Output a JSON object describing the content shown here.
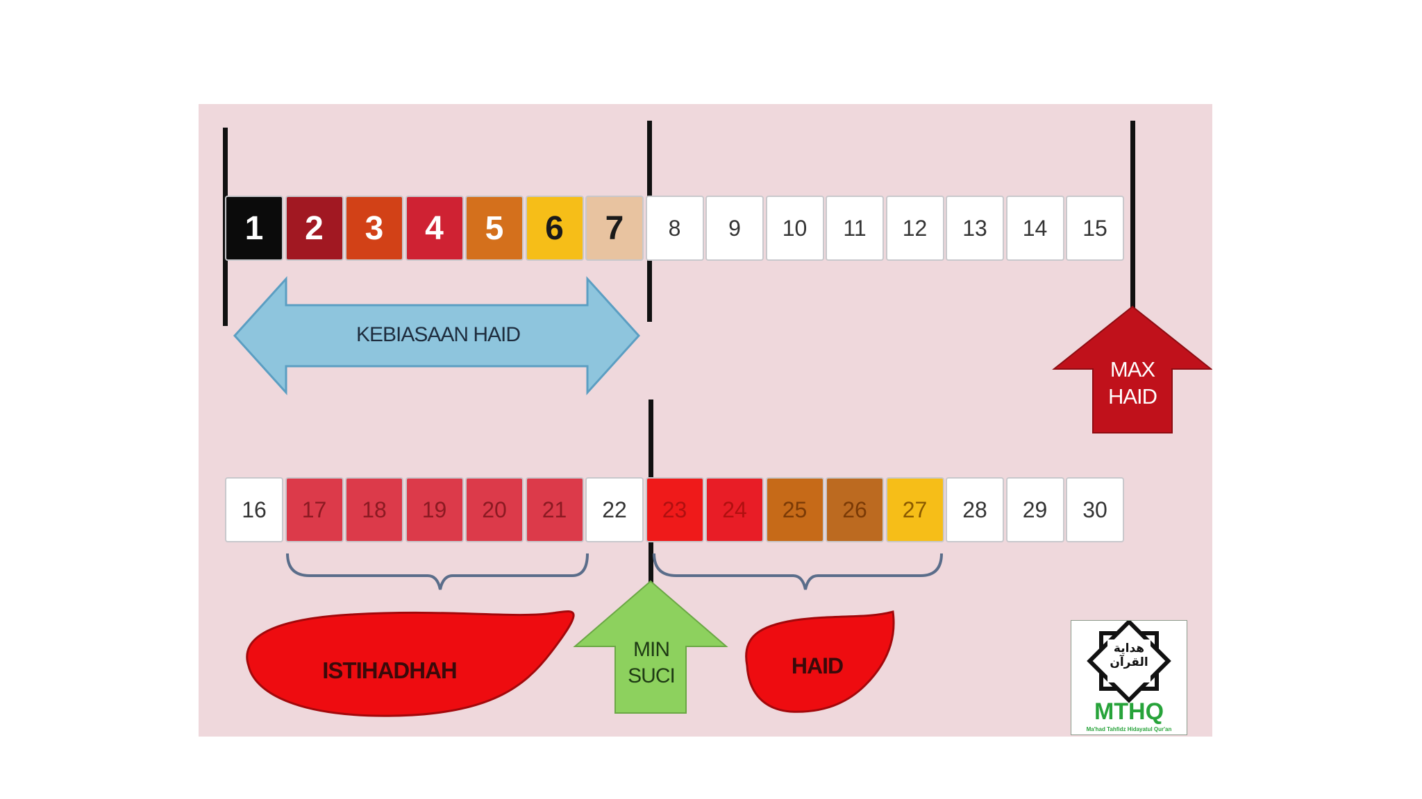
{
  "cycle": {
    "row1": [
      {
        "day": "1",
        "color": "#0b0b0b",
        "text_color": "#ffffff"
      },
      {
        "day": "2",
        "color": "#a11822",
        "text_color": "#ffffff"
      },
      {
        "day": "3",
        "color": "#d24117",
        "text_color": "#ffffff"
      },
      {
        "day": "4",
        "color": "#cf2233",
        "text_color": "#ffffff"
      },
      {
        "day": "5",
        "color": "#d4701c",
        "text_color": "#ffffff"
      },
      {
        "day": "6",
        "color": "#f6be18",
        "text_color": "#1a1a1a"
      },
      {
        "day": "7",
        "color": "#e8c3a0",
        "text_color": "#1a1a1a"
      },
      {
        "day": "8",
        "color": "#ffffff",
        "text_color": "#333333"
      },
      {
        "day": "9",
        "color": "#ffffff",
        "text_color": "#333333"
      },
      {
        "day": "10",
        "color": "#ffffff",
        "text_color": "#333333"
      },
      {
        "day": "11",
        "color": "#ffffff",
        "text_color": "#333333"
      },
      {
        "day": "12",
        "color": "#ffffff",
        "text_color": "#333333"
      },
      {
        "day": "13",
        "color": "#ffffff",
        "text_color": "#333333"
      },
      {
        "day": "14",
        "color": "#ffffff",
        "text_color": "#333333"
      },
      {
        "day": "15",
        "color": "#ffffff",
        "text_color": "#333333"
      }
    ],
    "row2": [
      {
        "day": "16",
        "color": "#ffffff",
        "text_color": "#333333"
      },
      {
        "day": "17",
        "color": "#dc3a4a",
        "text_color": "#8b1a22"
      },
      {
        "day": "18",
        "color": "#dc3a4a",
        "text_color": "#8b1a22"
      },
      {
        "day": "19",
        "color": "#dc3a4a",
        "text_color": "#8b1a22"
      },
      {
        "day": "20",
        "color": "#dc3a4a",
        "text_color": "#8b1a22"
      },
      {
        "day": "21",
        "color": "#dc3a4a",
        "text_color": "#8b1a22"
      },
      {
        "day": "22",
        "color": "#ffffff",
        "text_color": "#333333"
      },
      {
        "day": "23",
        "color": "#ef1a1a",
        "text_color": "#b01010"
      },
      {
        "day": "24",
        "color": "#e81d26",
        "text_color": "#b01010"
      },
      {
        "day": "25",
        "color": "#c66a18",
        "text_color": "#7a3a06"
      },
      {
        "day": "26",
        "color": "#bc6a20",
        "text_color": "#7a3a06"
      },
      {
        "day": "27",
        "color": "#f6be18",
        "text_color": "#8a5a00"
      },
      {
        "day": "28",
        "color": "#ffffff",
        "text_color": "#333333"
      },
      {
        "day": "29",
        "color": "#ffffff",
        "text_color": "#333333"
      },
      {
        "day": "30",
        "color": "#ffffff",
        "text_color": "#333333"
      }
    ]
  },
  "labels": {
    "kebiasaan": "KEBIASAAN HAID",
    "max_haid": "MAX HAID",
    "min_suci": "MIN SUCI",
    "istihadhah": "ISTIHADHAH",
    "haid": "HAID"
  },
  "colors": {
    "background": "#efd8dc",
    "double_arrow": "#8ec5dd",
    "max_arrow": "#c0111b",
    "min_arrow": "#8dd15e",
    "blob": "#ee0c10",
    "brace": "#5a6d8a"
  },
  "logo": {
    "arabic_line1": "هداية",
    "arabic_line2": "القرآن",
    "title": "MTHQ",
    "subtitle": "Ma'had Tahfidz Hidayatul Qur'an"
  }
}
